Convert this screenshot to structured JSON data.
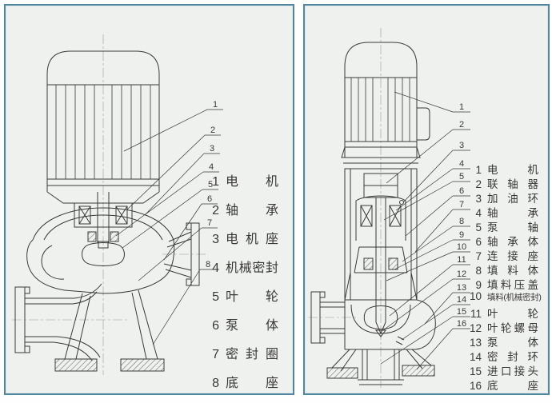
{
  "colors": {
    "panel_border": "#4f86a0",
    "panel_bg": "#eff1ee",
    "line": "#3a3a3a",
    "text": "#383838"
  },
  "panels": {
    "left": {
      "callout_numbers": [
        "1",
        "2",
        "3",
        "4",
        "5",
        "6",
        "7",
        "8"
      ],
      "parts": [
        {
          "num": "1",
          "label": "电机"
        },
        {
          "num": "2",
          "label": "轴承"
        },
        {
          "num": "3",
          "label": "电机座"
        },
        {
          "num": "4",
          "label": "机械密封"
        },
        {
          "num": "5",
          "label": "叶轮"
        },
        {
          "num": "6",
          "label": "泵体"
        },
        {
          "num": "7",
          "label": "密封圈"
        },
        {
          "num": "8",
          "label": "底座"
        }
      ]
    },
    "right": {
      "callout_numbers": [
        "1",
        "2",
        "3",
        "4",
        "5",
        "6",
        "7",
        "8",
        "9",
        "10",
        "11",
        "12",
        "13",
        "14",
        "15",
        "16"
      ],
      "parts": [
        {
          "num": "1",
          "label": "电机"
        },
        {
          "num": "2",
          "label": "联轴器"
        },
        {
          "num": "3",
          "label": "加油环"
        },
        {
          "num": "4",
          "label": "轴承"
        },
        {
          "num": "5",
          "label": "泵轴"
        },
        {
          "num": "6",
          "label": "轴承体"
        },
        {
          "num": "7",
          "label": "连接座"
        },
        {
          "num": "8",
          "label": "填料体"
        },
        {
          "num": "9",
          "label": "填料压盖"
        },
        {
          "num": "10",
          "label": "填料(机械密封)"
        },
        {
          "num": "11",
          "label": "叶轮"
        },
        {
          "num": "12",
          "label": "叶轮螺母"
        },
        {
          "num": "13",
          "label": "泵体"
        },
        {
          "num": "14",
          "label": "密封环"
        },
        {
          "num": "15",
          "label": "进口接头"
        },
        {
          "num": "16",
          "label": "底座"
        }
      ]
    }
  }
}
